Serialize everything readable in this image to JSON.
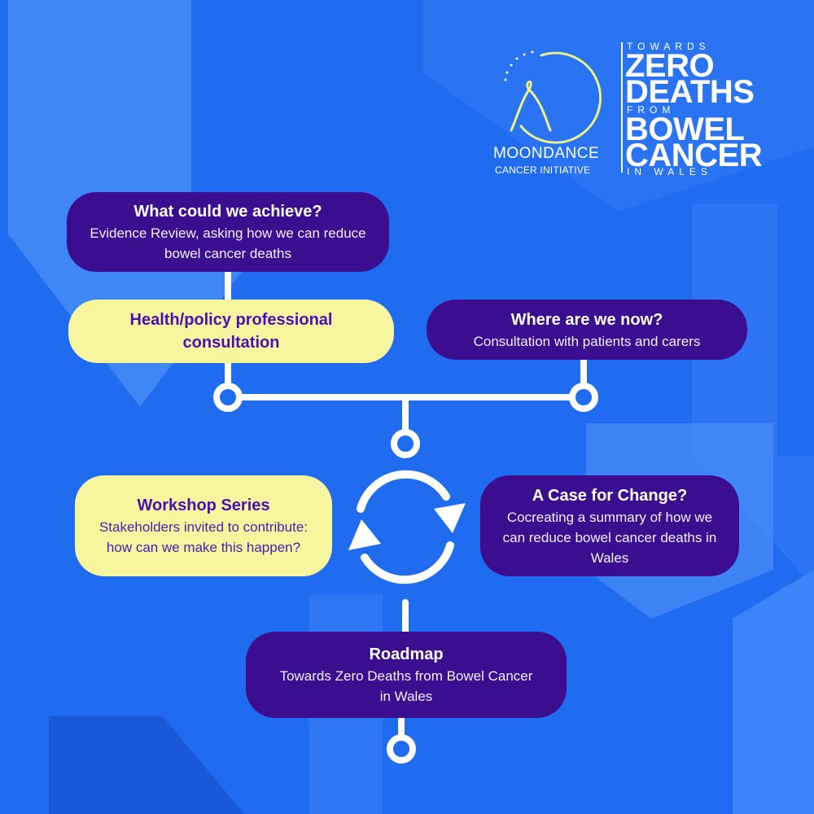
{
  "colors": {
    "background": "#1f6cf0",
    "dark_box": "#3b0e8f",
    "light_box": "#f7f69e",
    "connector": "#ffffff"
  },
  "logo": {
    "org_name": "MOONDANCE",
    "org_subtitle": "CANCER INITIATIVE",
    "icon": "moon-ribbon-icon",
    "campaign": {
      "line1": "TOWARDS",
      "line2": "ZERO",
      "line3": "DEATHS",
      "line4": "FROM",
      "line5": "BOWEL",
      "line6": "CANCER",
      "line7": "IN WALES"
    }
  },
  "nodes": {
    "achieve": {
      "title": "What could we achieve?",
      "body": "Evidence Review, asking how we can reduce bowel cancer deaths"
    },
    "professional": {
      "title": "Health/policy professional consultation"
    },
    "now": {
      "title": "Where are we now?",
      "body": "Consultation with patients and carers"
    },
    "workshop": {
      "title": "Workshop Series",
      "body": "Stakeholders invited to contribute: how can we make this happen?"
    },
    "case": {
      "title": "A Case for Change?",
      "body": "Cocreating a summary of how we can reduce bowel cancer deaths in Wales"
    },
    "roadmap": {
      "title": "Roadmap",
      "body": "Towards Zero Deaths from Bowel Cancer in Wales"
    }
  },
  "cycle_icon": "cycle-arrows-icon"
}
